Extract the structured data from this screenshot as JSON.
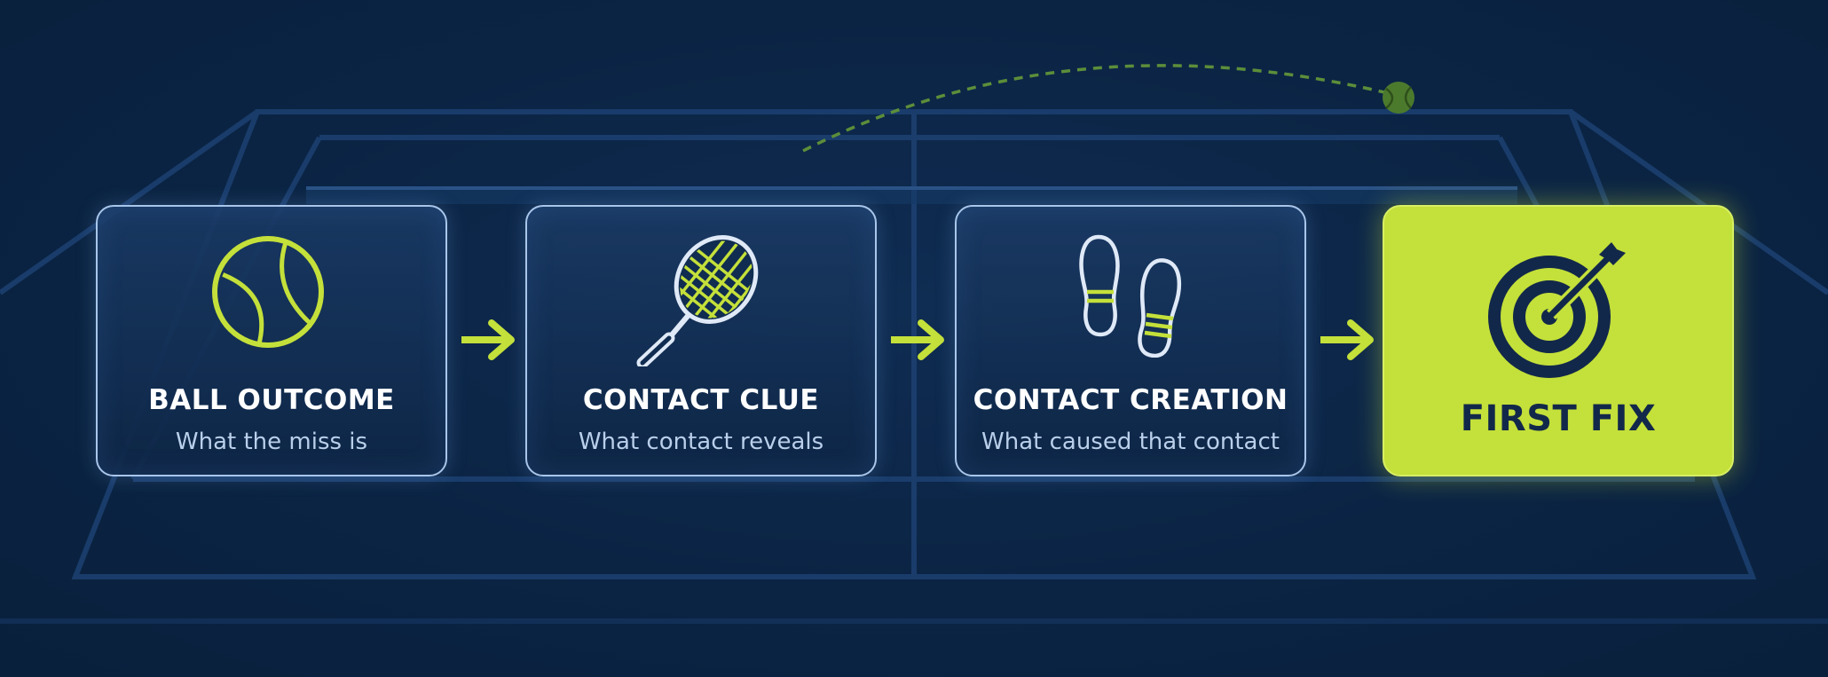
{
  "steps": [
    {
      "title": "BALL OUTCOME",
      "subtitle": "What the miss is",
      "icon": "tennis-ball-icon"
    },
    {
      "title": "CONTACT CLUE",
      "subtitle": "What contact reveals",
      "icon": "tennis-racket-icon"
    },
    {
      "title": "CONTACT CREATION",
      "subtitle": "What caused that contact",
      "icon": "footprints-icon"
    },
    {
      "title": "FIRST FIX",
      "icon": "target-arrow-icon"
    }
  ],
  "colors": {
    "background": "#0b2342",
    "accent": "#c4e03a",
    "card_border": "#a9c6ea",
    "title_text": "#ffffff",
    "subtitle_text": "#b9cfea"
  }
}
